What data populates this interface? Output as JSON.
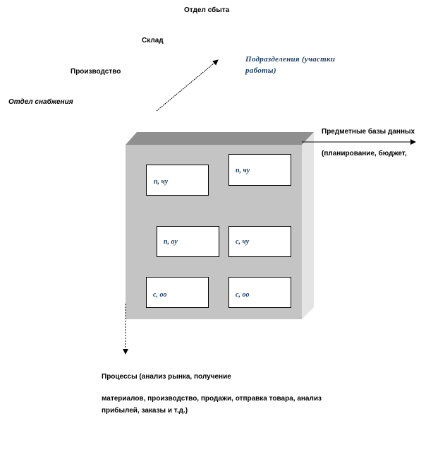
{
  "labels": {
    "sales_dept": "Отдел сбыта",
    "warehouse": "Склад",
    "production": "Производство",
    "supply_dept": "Отдел снабжения",
    "units_axis": "Подразделения (участки работы)",
    "subject_db_title": "Предметные базы данных",
    "subject_db_detail": "(планирование, бюджет,",
    "processes_line1": "Процесcы (анализ рынка, получение",
    "processes_line2": "материалов, производство, продажи, отправка товара, анализ",
    "processes_line3": "прибылей, заказы и т.д.)"
  },
  "cells": [
    {
      "text": "п, чу"
    },
    {
      "text": "п, чу"
    },
    {
      "text": "п, оу"
    },
    {
      "text": "с, чу"
    },
    {
      "text": "с, оо"
    },
    {
      "text": "с, оо"
    }
  ],
  "colors": {
    "cube_front": "#c4c4c4",
    "cube_top": "#8f8f8f",
    "cube_side": "#e4e4e4",
    "units_text": "#1f3f66"
  }
}
